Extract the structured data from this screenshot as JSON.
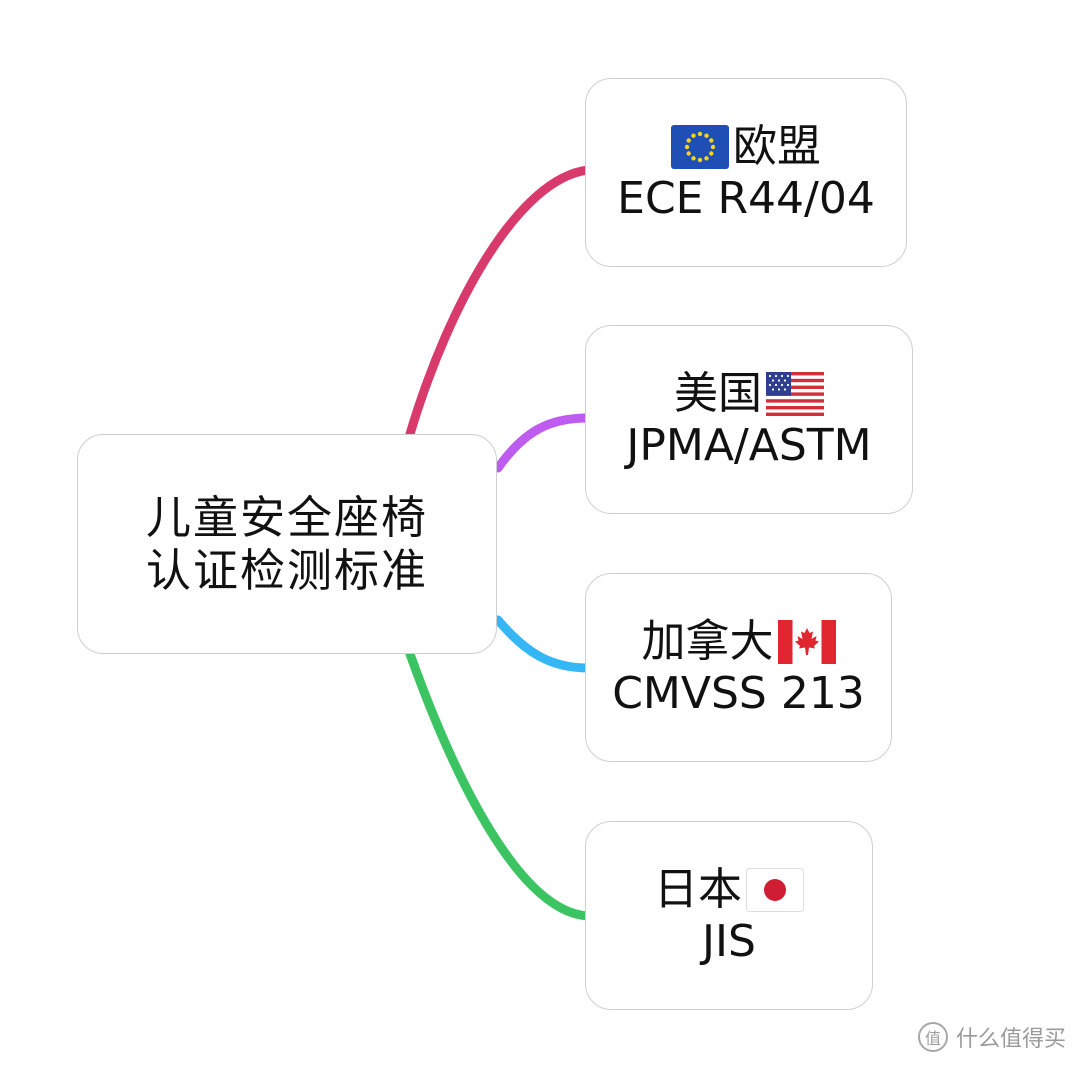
{
  "root": {
    "line1": "儿童安全座椅",
    "line2": "认证检测标准"
  },
  "branches": [
    {
      "region": "欧盟",
      "standard": "ECE R44/04",
      "flag": "eu-flag-icon",
      "flag_position": "before",
      "color": "#d83a6c"
    },
    {
      "region": "美国",
      "standard": "JPMA/ASTM",
      "flag": "us-flag-icon",
      "flag_position": "after",
      "color": "#bf5cf0"
    },
    {
      "region": "加拿大",
      "standard": "CMVSS 213",
      "flag": "canada-flag-icon",
      "flag_position": "after",
      "color": "#35b7f5"
    },
    {
      "region": "日本",
      "standard": "JIS",
      "flag": "japan-flag-icon",
      "flag_position": "after",
      "color": "#3cc463"
    }
  ],
  "watermark": {
    "icon_glyph": "值",
    "text": "什么值得买"
  }
}
